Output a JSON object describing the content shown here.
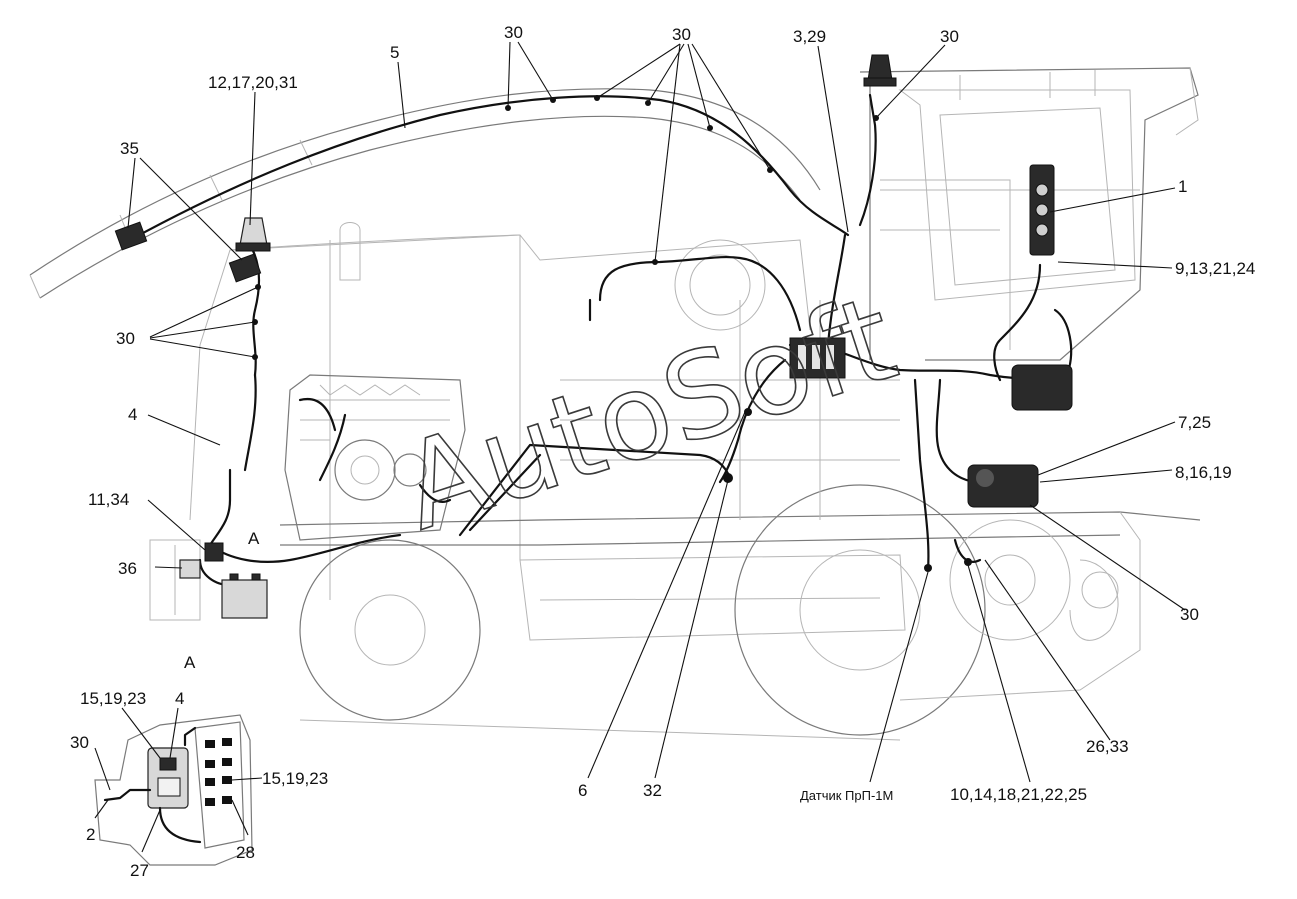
{
  "view_label_A": "A",
  "callouts": {
    "c30_top_left": "30",
    "c30_top_mid": "30",
    "c329": "3,29",
    "c30_cab": "30",
    "c5": "5",
    "c12": "12,17,20,31",
    "c35": "35",
    "c1": "1",
    "c9": "9,13,21,24",
    "c30_left": "30",
    "c4": "4",
    "c725": "7,25",
    "c81619": "8,16,19",
    "c1134": "11,34",
    "c36": "36",
    "cA_marker": "A",
    "c30_right": "30",
    "c2633": "26,33",
    "c6": "6",
    "c32": "32",
    "sensor": "Датчик ПрП-1М",
    "c10": "10,14,18,21,22,25",
    "inset_151923_top": "15,19,23",
    "inset_4": "4",
    "inset_30": "30",
    "inset_151923_right": "15,19,23",
    "inset_2": "2",
    "inset_27": "27",
    "inset_28": "28"
  },
  "watermark": "AutoSoft",
  "icons": [
    "beacon-light-icon",
    "battery-icon",
    "control-panel-icon",
    "wheel-icon",
    "engine-icon"
  ]
}
